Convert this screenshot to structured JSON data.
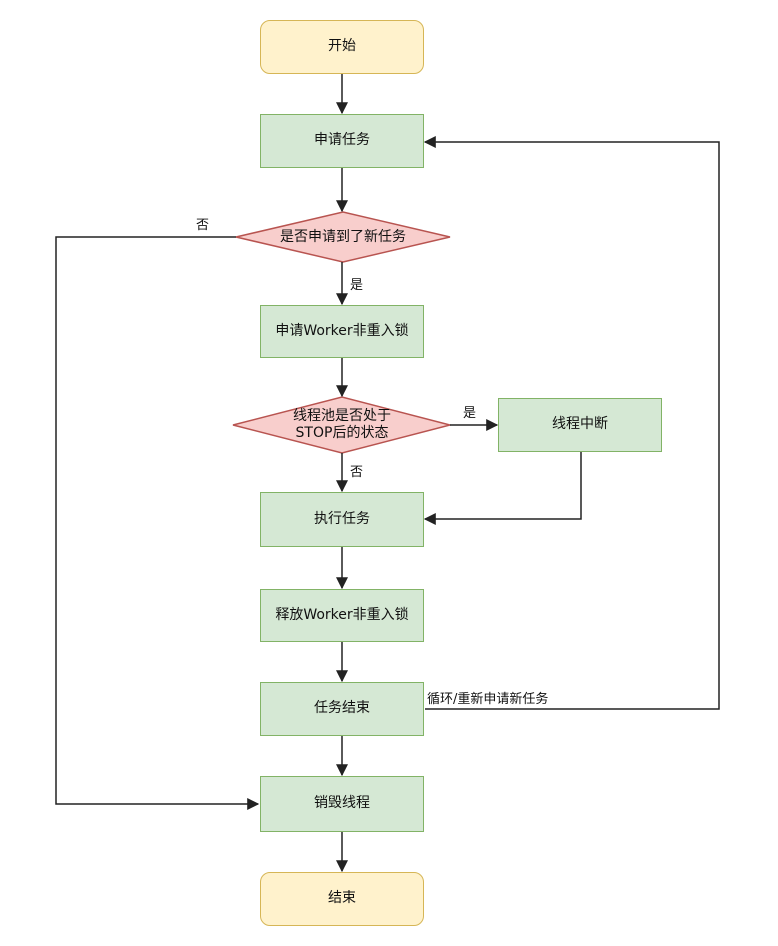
{
  "nodes": {
    "start": "开始",
    "request_task": "申请任务",
    "decision_got_task": "是否申请到了新任务",
    "acquire_lock": "申请Worker非重入锁",
    "decision_stop_line1": "线程池是否处于",
    "decision_stop_line2": "STOP后的状态",
    "interrupt": "线程中断",
    "execute": "执行任务",
    "release_lock": "释放Worker非重入锁",
    "task_end": "任务结束",
    "destroy": "销毁线程",
    "end": "结束"
  },
  "edge_labels": {
    "got_task_no": "否",
    "got_task_yes": "是",
    "stop_yes": "是",
    "stop_no": "否",
    "loop": "循环/重新申请新任务"
  },
  "colors": {
    "terminal_fill": "#fff2cc",
    "terminal_stroke": "#d6b656",
    "process_fill": "#d5e8d4",
    "process_stroke": "#82b366",
    "decision_fill": "#f8cecc",
    "decision_stroke": "#b85450",
    "edge": "#333333"
  }
}
